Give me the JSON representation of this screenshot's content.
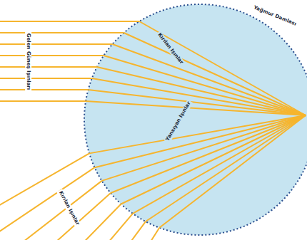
{
  "diagram": {
    "labels": [
      "Yağmur Damlası",
      "Gelen Güneş Işınları",
      "Kırılan Işınlar",
      "Yansıyan Işınlar",
      "Kırılan Işınlar"
    ]
  }
}
